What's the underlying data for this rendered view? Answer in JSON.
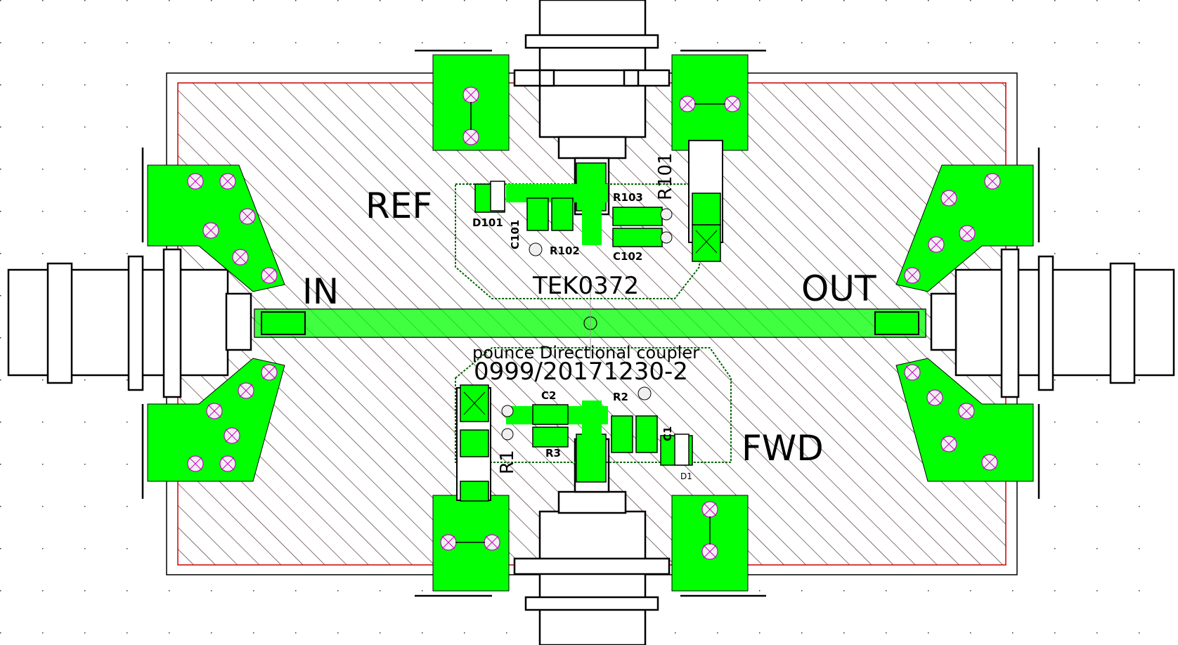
{
  "board": {
    "title": "TEK0372",
    "subtitle": "pounce Directional coupler",
    "date_code": "0999/20171230-2"
  },
  "ports": {
    "in": "IN",
    "out": "OUT",
    "ref": "REF",
    "fwd": "FWD"
  },
  "components": {
    "r101": "R101",
    "r102": "R102",
    "r103": "R103",
    "c101": "C101",
    "c102": "C102",
    "d101": "D101",
    "r1": "R1",
    "r2": "R2",
    "r3": "R3",
    "c1": "C1",
    "c2": "C2",
    "d1": "D1"
  },
  "colors": {
    "copper": "#00ff00",
    "outline": "#000000",
    "hatch": "#3a1a1a",
    "board_edge": "#cc0000",
    "drill": "#cc00cc"
  }
}
